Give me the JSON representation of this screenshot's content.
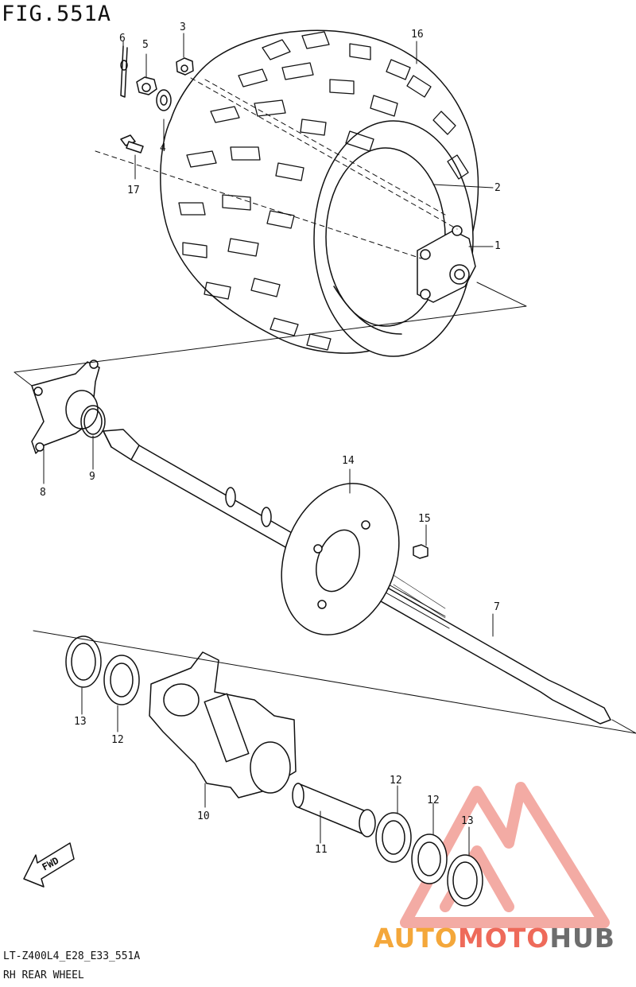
{
  "figure": {
    "title": "FIG.551A"
  },
  "footer": {
    "code": "LT-Z400L4_E28_E33_551A",
    "name": "RH REAR WHEEL"
  },
  "parts": [
    {
      "ref": "1"
    },
    {
      "ref": "2"
    },
    {
      "ref": "3"
    },
    {
      "ref": "4"
    },
    {
      "ref": "5"
    },
    {
      "ref": "6"
    },
    {
      "ref": "7"
    },
    {
      "ref": "8"
    },
    {
      "ref": "9"
    },
    {
      "ref": "10"
    },
    {
      "ref": "11"
    },
    {
      "ref": "12"
    },
    {
      "ref": "12"
    },
    {
      "ref": "12"
    },
    {
      "ref": "13"
    },
    {
      "ref": "13"
    },
    {
      "ref": "14"
    },
    {
      "ref": "15"
    },
    {
      "ref": "16"
    },
    {
      "ref": "17"
    }
  ],
  "fwd_arrow": {
    "text": "FWD"
  },
  "watermark": {
    "part1": "AUTO",
    "part2": "MOTO",
    "part3": "HUB",
    "colors": [
      "#f4a73a",
      "#ee6a5a",
      "#6d6d6d"
    ]
  }
}
